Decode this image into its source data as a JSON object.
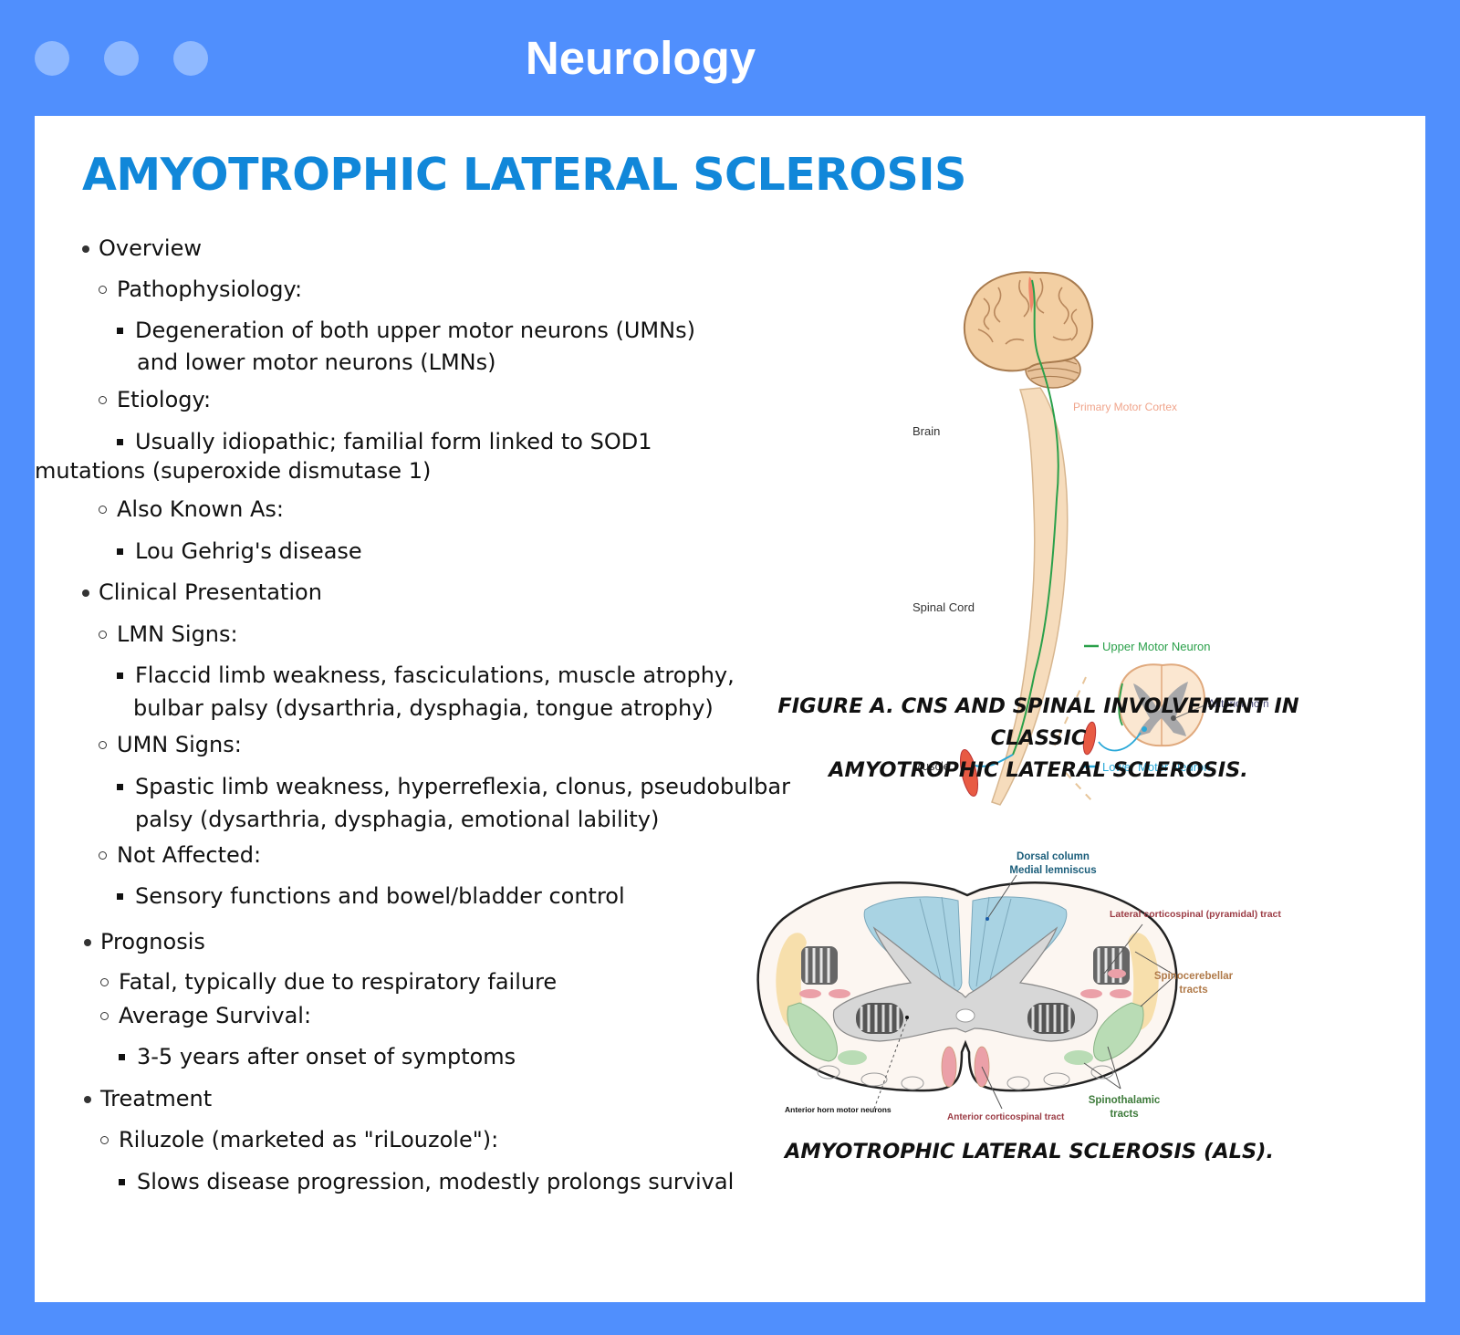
{
  "window": {
    "title": "Neurology",
    "controls": [
      "window-dot",
      "window-dot",
      "window-dot"
    ]
  },
  "page": {
    "heading": "AMYOTROPHIC LATERAL SCLEROSIS"
  },
  "outline": [
    {
      "level": 1,
      "text": "Overview"
    },
    {
      "level": 2,
      "text": "Pathophysiology:"
    },
    {
      "level": 3,
      "text": "Degeneration of both upper motor neurons (UMNs)"
    },
    {
      "level": 0,
      "text": "and lower motor neurons (LMNs)"
    },
    {
      "level": 2,
      "text": "Etiology:"
    },
    {
      "level": 3,
      "text": "Usually idiopathic; familial form linked to SOD1"
    },
    {
      "level": 0,
      "text": "mutations (superoxide dismutase 1)"
    },
    {
      "level": 2,
      "text": "Also Known As:"
    },
    {
      "level": 3,
      "text": "Lou Gehrig's disease"
    },
    {
      "level": 1,
      "text": "Clinical Presentation"
    },
    {
      "level": 2,
      "text": "LMN Signs:"
    },
    {
      "level": 3,
      "text": "Flaccid limb weakness, fasciculations, muscle atrophy,"
    },
    {
      "level": 0,
      "text": "bulbar palsy (dysarthria, dysphagia, tongue atrophy)"
    },
    {
      "level": 2,
      "text": "UMN Signs:"
    },
    {
      "level": 3,
      "text": "Spastic limb weakness, hyperreflexia, clonus, pseudobulbar"
    },
    {
      "level": 0,
      "text": "palsy (dysarthria, dysphagia, emotional lability)"
    },
    {
      "level": 2,
      "text": "Not Affected:"
    },
    {
      "level": 3,
      "text": "Sensory functions and bowel/bladder control"
    },
    {
      "level": 1,
      "text": "Prognosis"
    },
    {
      "level": 2,
      "text": "Fatal, typically due to respiratory failure"
    },
    {
      "level": 2,
      "text": "Average Survival:"
    },
    {
      "level": 3,
      "text": "3-5 years after onset of symptoms"
    },
    {
      "level": 1,
      "text": "Treatment"
    },
    {
      "level": 2,
      "text": "Riluzole (marketed as \"riLouzole\"):"
    },
    {
      "level": 3,
      "text": "Slows disease progression, modestly prolongs survival"
    }
  ],
  "figure_a": {
    "labels": {
      "brain": "Brain",
      "primary_motor_cortex": "Primary Motor Cortex",
      "spinal_cord": "Spinal Cord",
      "upper_motor_neuron": "Upper Motor Neuron",
      "anterior_horn": "Anterior horn",
      "muscle": "Muscle",
      "lower_motor_neuron": "Lower Motor Neuron"
    },
    "caption_line1": "FIGURE A. CNS AND SPINAL INVOLVEMENT IN CLASSIC",
    "caption_line2": "AMYOTROPHIC LATERAL SCLEROSIS."
  },
  "figure_b": {
    "labels": {
      "dorsal_column": "Dorsal column",
      "medial_lemniscus": "Medial lemniscus",
      "lateral_corticospinal": "Lateral corticospinal (pyramidal) tract",
      "spinocerebellar_1": "Spinocerebellar",
      "spinocerebellar_2": "tracts",
      "spinothalamic_1": "Spinothalamic",
      "spinothalamic_2": "tracts",
      "anterior_horn_motor": "Anterior horn motor neurons",
      "anterior_corticospinal": "Anterior corticospinal tract"
    },
    "caption": "AMYOTROPHIC LATERAL SCLEROSIS (ALS)."
  },
  "colors": {
    "frame": "#508ffd",
    "window_dot": "#8fb9ff",
    "heading": "#1187d9",
    "upper_motor_neuron": "#2aa04a",
    "lower_motor_neuron": "#2aa8d8",
    "motor_cortex": "#f0876a",
    "dorsal_column": "#a9d3e3",
    "spinocerebellar": "#f7dfac",
    "spinothalamic": "#b9dcb5",
    "corticospinal": "#eba0a8"
  }
}
